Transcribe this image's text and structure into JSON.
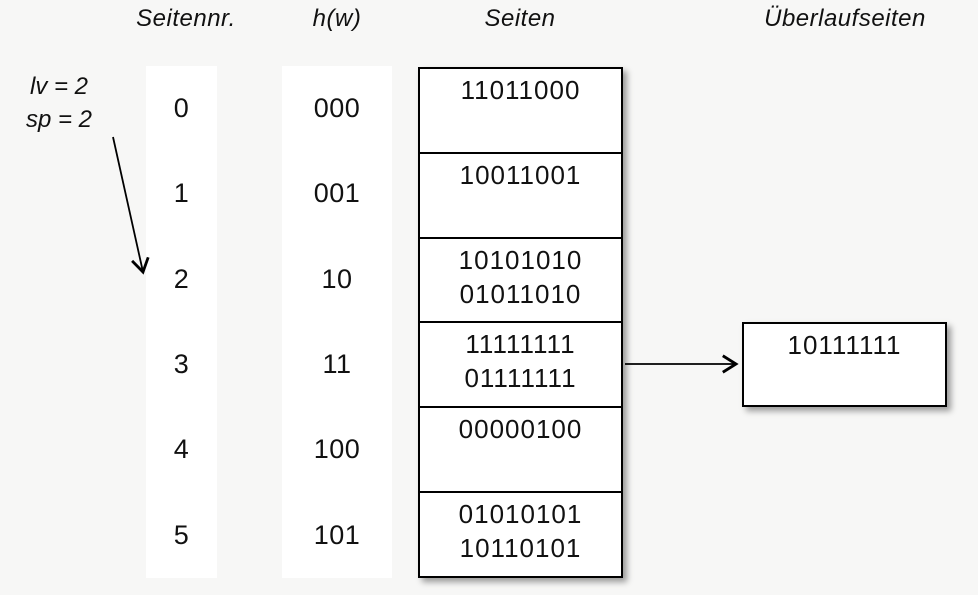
{
  "colors": {
    "background": "#f7f7f6",
    "box_fill": "#ffffff",
    "line": "#000000"
  },
  "headers": {
    "seitennr": "Seitennr.",
    "hw": "h(w)",
    "seiten": "Seiten",
    "ueberlaufseiten": "Überlaufseiten"
  },
  "annotation": {
    "line1": "lv = 2",
    "line2": "sp = 2"
  },
  "rows": [
    {
      "page_nr": "0",
      "hash": "000",
      "line1": "11011000",
      "line2": ""
    },
    {
      "page_nr": "1",
      "hash": "001",
      "line1": "10011001",
      "line2": ""
    },
    {
      "page_nr": "2",
      "hash": "10",
      "line1": "10101010",
      "line2": "01011010"
    },
    {
      "page_nr": "3",
      "hash": "11",
      "line1": "11111111",
      "line2": "01111111"
    },
    {
      "page_nr": "4",
      "hash": "100",
      "line1": "00000100",
      "line2": ""
    },
    {
      "page_nr": "5",
      "hash": "101",
      "line1": "01010101",
      "line2": "10110101"
    }
  ],
  "overflow": {
    "value": "10111111"
  }
}
